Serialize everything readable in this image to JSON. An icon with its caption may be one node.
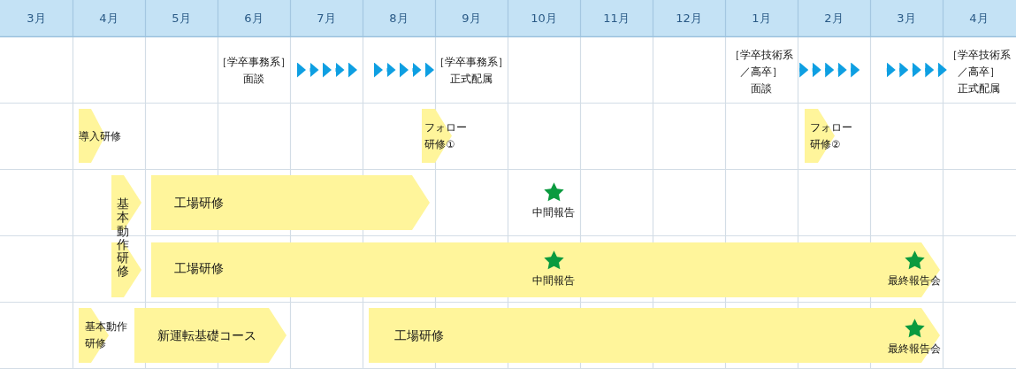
{
  "diagram": {
    "nodes": [
      {
        "text": [
          "［学卒事務系］",
          "面談"
        ]
      },
      {
        "text": [
          "［学卒事務系］",
          "正式配属"
        ]
      },
      {
        "text": [
          "［学卒技術系／高卒］",
          "面談"
        ]
      },
      {
        "text": [
          "［学卒技術系／高卒］",
          "正式配属"
        ]
      },
      {
        "text": [
          "導入研修"
        ]
      },
      {
        "text": [
          "フォロー研修①"
        ]
      },
      {
        "text": [
          "フォロー研修②"
        ]
      },
      {
        "text": [
          "基本動作研修"
        ]
      },
      {
        "text": [
          "工場研修"
        ]
      },
      {
        "text": [
          "工場研修",
          "中間報告",
          "最終報告会"
        ]
      },
      {
        "text": [
          "基本動作研修"
        ]
      },
      {
        "text": [
          "新運転基礎コース"
        ]
      },
      {
        "text": [
          "工場研修",
          "最終報告会"
        ]
      }
    ],
    "edges": [
      {
        "from": 0,
        "to": 1,
        "arrow": "to"
      },
      {
        "from": 2,
        "to": 3,
        "arrow": "to"
      }
    ],
    "labels": [
      "3月",
      "4月",
      "5月",
      "6月",
      "7月",
      "8月",
      "9月",
      "10月",
      "11月",
      "12月",
      "1月",
      "2月",
      "3月",
      "4月",
      "中間報告"
    ]
  }
}
